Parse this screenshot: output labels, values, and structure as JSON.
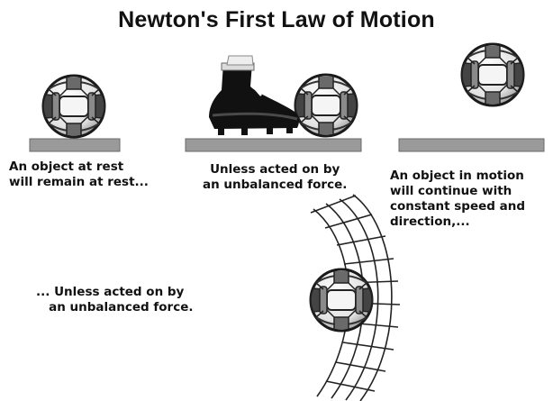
{
  "title": "Newton's First Law of Motion",
  "captions": {
    "rest": "An object at rest\nwill remain at rest...",
    "kick": "Unless acted on by\nan unbalanced force.",
    "motion": "An object in motion\nwill continue with\nconstant speed and\ndirection,...",
    "net": "... Unless acted on by\n   an unbalanced force."
  },
  "colors": {
    "ground": "#9a9a9a",
    "ball_outline": "#1a1a1a",
    "shoe": "#111111"
  }
}
